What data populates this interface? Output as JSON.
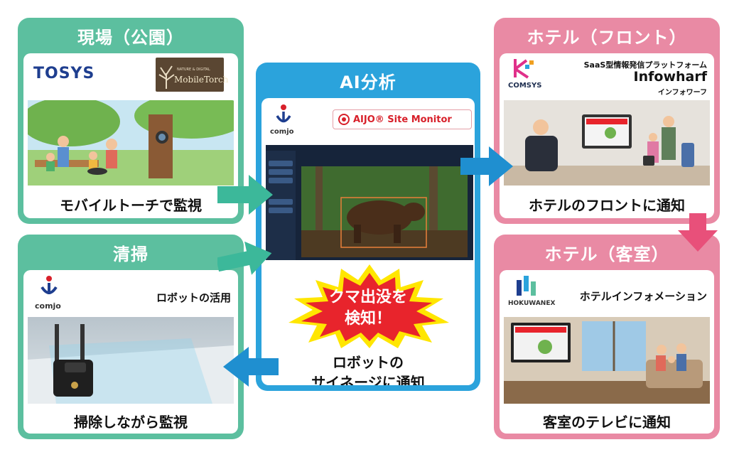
{
  "park": {
    "title": "現場（公園）",
    "logo_tosys": "TOSYS",
    "logo_mobile_small": "NATURE & DIGITAL",
    "logo_mobile": "MobileTorch",
    "caption": "モバイルトーチで監視"
  },
  "cleaning": {
    "title": "清掃",
    "logo_comjo": "comjo",
    "subtitle": "ロボットの活用",
    "caption": "掃除しながら監視"
  },
  "ai": {
    "title": "AI分析",
    "logo_comjo": "comjo",
    "monitor_logo": "AIJO® Site Monitor",
    "alert_line1": "クマ出没を",
    "alert_line2": "検知！",
    "notify_line1": "ロボットの",
    "notify_line2": "サイネージに通知"
  },
  "front": {
    "title": "ホテル（フロント）",
    "logo_comsys": "COMSYS",
    "saas_label": "SaaS型情報発信プラットフォーム",
    "product": "Infowharf",
    "product_kana": "インフォワーフ",
    "caption": "ホテルのフロントに通知"
  },
  "room": {
    "title": "ホテル（客室）",
    "logo_hokuwanex": "HOKUWANEX",
    "subtitle": "ホテルインフォメーション",
    "caption": "客室のテレビに通知"
  },
  "colors": {
    "green": "#5cbf9f",
    "pink": "#e98aa4",
    "blue": "#2ba3dc",
    "arrow_teal": "#3cb89a",
    "arrow_blue": "#1f8fd0"
  }
}
